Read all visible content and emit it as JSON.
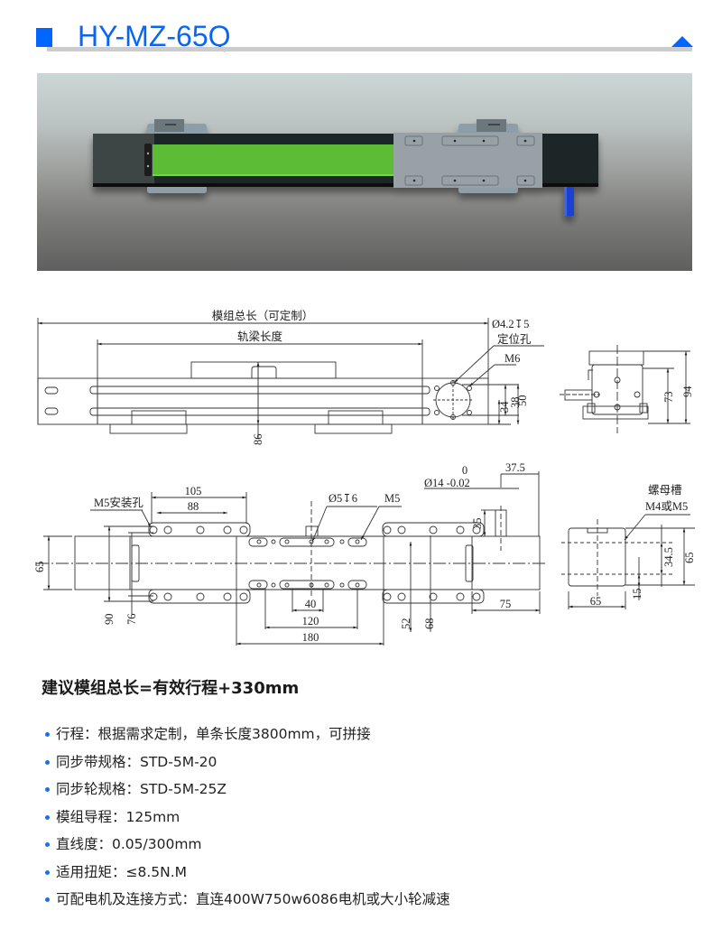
{
  "header": {
    "title": "HY-MZ-65Q",
    "accent_color": "#0066ff",
    "collapse_icon": "triangle-up-icon"
  },
  "photo": {
    "alt": "HY-MZ-65Q linear module rendering",
    "belt_color": "#5cbc34",
    "body_color": "#1e2424",
    "carriage_color": "#9aa3a6",
    "motor_shaft_color": "#1c3fcf"
  },
  "drawing": {
    "side_view": {
      "total_length_label": "模组总长（可定制）",
      "beam_length_label": "轨梁长度",
      "locating_hole_spec": "Ø4.2↧5",
      "locating_hole_label": "定位孔",
      "thread_label": "M6",
      "dims": {
        "height": "86",
        "d38": "38",
        "d50": "50",
        "d34": "34"
      }
    },
    "end_view": {
      "dims": {
        "d73": "73",
        "d94": "94"
      }
    },
    "top_view": {
      "mount_hole_label": "M5安装孔",
      "pin_hole_label": "Ø5↧6",
      "thread_label": "M5",
      "shaft_tol_upper": "0",
      "shaft_spec": "Ø14  -0.02",
      "dims": {
        "d105": "105",
        "d88": "88",
        "d65": "65",
        "d90": "90",
        "d76": "76",
        "d40": "40",
        "d120": "120",
        "d180": "180",
        "d52": "52",
        "d68": "68",
        "d75": "75",
        "d35": "35",
        "d37_5": "37.5"
      }
    },
    "profile_view": {
      "nut_slot_label": "螺母槽",
      "nut_slot_spec": "M4或M5",
      "dims": {
        "width": "65",
        "height": "65",
        "d34_5": "34.5",
        "d15": "15"
      }
    }
  },
  "specs": {
    "headline": "建议模组总长=有效行程+330mm",
    "items": [
      "行程：根据需求定制，单条长度3800mm，可拼接",
      "同步带规格：STD-5M-20",
      "同步轮规格：STD-5M-25Z",
      "模组导程：125mm",
      "直线度：0.05/300mm",
      "适用扭矩：≤8.5N.M",
      "可配电机及连接方式：直连400W750w6086电机或大小轮减速"
    ]
  }
}
